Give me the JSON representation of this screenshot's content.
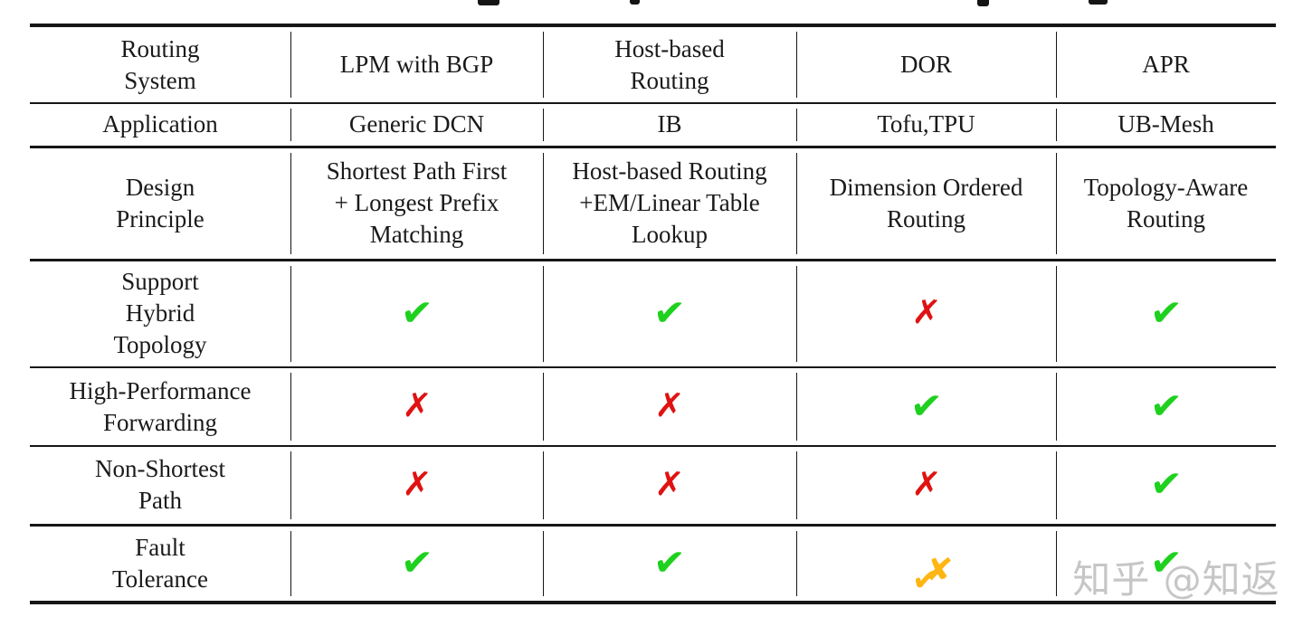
{
  "colors": {
    "check": "#1ed11e",
    "cross": "#e01212",
    "partial": "#ffb612",
    "watermark": "#c6c6c6",
    "line": "#161616",
    "ink": "#1a1a1a"
  },
  "watermark": {
    "text": "知乎 @知返"
  },
  "table": {
    "corner_label": "Routing\nSystem",
    "columns": [
      "LPM with BGP",
      "Host-based\nRouting",
      "DOR",
      "APR"
    ],
    "rows": [
      {
        "label": "Application",
        "cells": [
          {
            "type": "text",
            "text": "Generic DCN"
          },
          {
            "type": "text",
            "text": "IB"
          },
          {
            "type": "text",
            "text": "Tofu,TPU"
          },
          {
            "type": "text",
            "text": "UB-Mesh"
          }
        ]
      },
      {
        "label": "Design\nPrinciple",
        "cells": [
          {
            "type": "text",
            "text": "Shortest Path First\n+ Longest Prefix\nMatching"
          },
          {
            "type": "text",
            "text": "Host-based Routing\n+EM/Linear Table\nLookup"
          },
          {
            "type": "text",
            "text": "Dimension Ordered\nRouting"
          },
          {
            "type": "text",
            "text": "Topology-Aware\nRouting"
          }
        ]
      },
      {
        "label": "Support\nHybrid\nTopology",
        "cells": [
          {
            "type": "check",
            "glyph": "✔"
          },
          {
            "type": "check",
            "glyph": "✔"
          },
          {
            "type": "cross",
            "glyph": "✗"
          },
          {
            "type": "check",
            "glyph": "✔"
          }
        ]
      },
      {
        "label": "High-Performance\nForwarding",
        "cells": [
          {
            "type": "cross",
            "glyph": "✗"
          },
          {
            "type": "cross",
            "glyph": "✗"
          },
          {
            "type": "check",
            "glyph": "✔"
          },
          {
            "type": "check",
            "glyph": "✔"
          }
        ]
      },
      {
        "label": "Non-Shortest\nPath",
        "cells": [
          {
            "type": "cross",
            "glyph": "✗"
          },
          {
            "type": "cross",
            "glyph": "✗"
          },
          {
            "type": "cross",
            "glyph": "✗"
          },
          {
            "type": "check",
            "glyph": "✔"
          }
        ]
      },
      {
        "label": "Fault\nTolerance",
        "cells": [
          {
            "type": "check",
            "glyph": "✔"
          },
          {
            "type": "check",
            "glyph": "✔"
          },
          {
            "type": "partial",
            "glyph": "✔",
            "glyph2": "✘"
          },
          {
            "type": "check",
            "glyph": "✔"
          }
        ]
      }
    ]
  }
}
